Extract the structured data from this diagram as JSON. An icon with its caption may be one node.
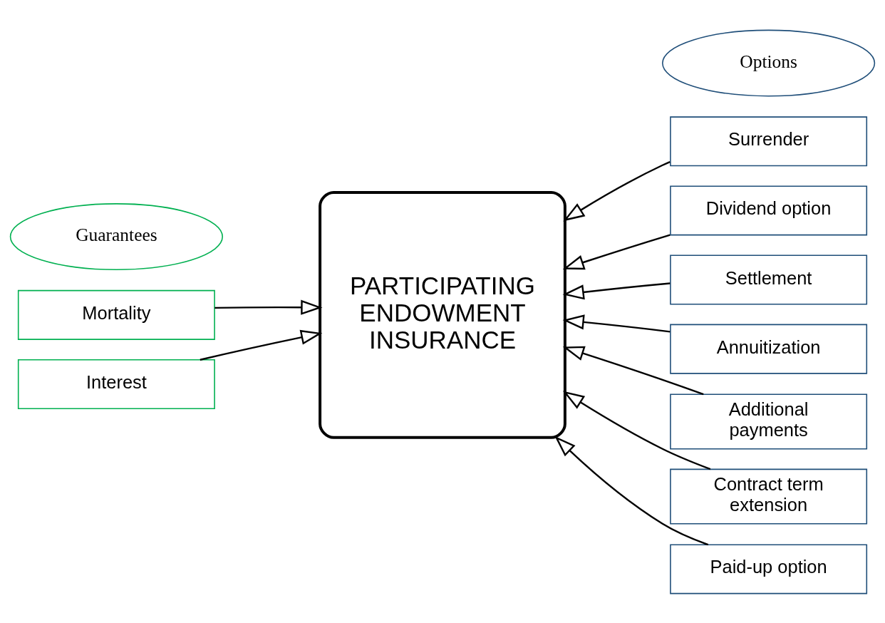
{
  "diagram": {
    "nodes": [
      {
        "text": [
          "Guarantees"
        ]
      },
      {
        "text": [
          "Options"
        ]
      },
      {
        "text": [
          "Mortality"
        ]
      },
      {
        "text": [
          "Interest"
        ]
      },
      {
        "text": [
          "PARTICIPATING ENDOWMENT INSURANCE"
        ]
      },
      {
        "text": [
          "Surrender"
        ]
      },
      {
        "text": [
          "Dividend option"
        ]
      },
      {
        "text": [
          "Settlement"
        ]
      },
      {
        "text": [
          "Annuitization"
        ]
      },
      {
        "text": [
          "Additional payments"
        ]
      },
      {
        "text": [
          "Contract term extension"
        ]
      },
      {
        "text": [
          "Paid-up option"
        ]
      }
    ],
    "edges": [
      {
        "from": 2,
        "to": 4,
        "arrow": "to"
      },
      {
        "from": 3,
        "to": 4,
        "arrow": "to"
      },
      {
        "from": 5,
        "to": 4,
        "arrow": "to"
      },
      {
        "from": 6,
        "to": 4,
        "arrow": "to"
      },
      {
        "from": 7,
        "to": 4,
        "arrow": "to"
      },
      {
        "from": 8,
        "to": 4,
        "arrow": "to"
      },
      {
        "from": 9,
        "to": 4,
        "arrow": "to"
      },
      {
        "from": 10,
        "to": 4,
        "arrow": "to"
      },
      {
        "from": 11,
        "to": 4,
        "arrow": "to"
      }
    ]
  }
}
